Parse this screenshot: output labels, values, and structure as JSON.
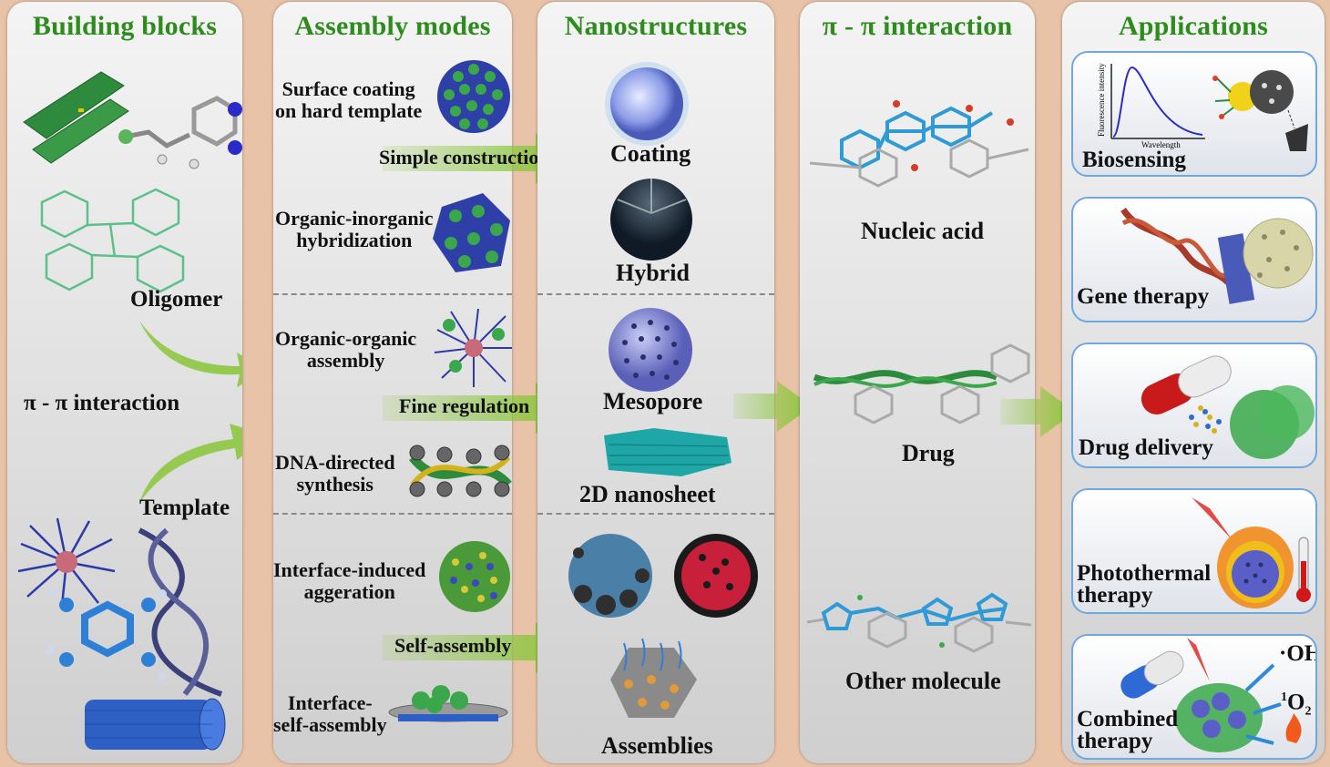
{
  "columns": {
    "building_blocks": {
      "title": "Building blocks",
      "labels": {
        "oligomer": "Oligomer",
        "pi_pi": "π - π interaction",
        "template": "Template"
      }
    },
    "assembly_modes": {
      "title": "Assembly modes",
      "items": {
        "surface_coating": "Surface coating\non hard template",
        "organic_inorganic": "Organic-inorganic\nhybridization",
        "organic_organic": "Organic-organic\nassembly",
        "dna_directed": "DNA-directed\nsynthesis",
        "interface_induced": "Interface-induced\naggeration",
        "interface_self": "Interface-\nself-assembly"
      },
      "arrows": {
        "simple_construction": "Simple construction",
        "fine_regulation": "Fine regulation",
        "self_assembly": "Self-assembly"
      }
    },
    "nanostructures": {
      "title": "Nanostructures",
      "items": {
        "coating": "Coating",
        "hybrid": "Hybrid",
        "mesopore": "Mesopore",
        "nanosheet": "2D nanosheet",
        "assemblies": "Assemblies"
      }
    },
    "pi_pi_interaction": {
      "title": "π - π interaction",
      "items": {
        "nucleic_acid": "Nucleic acid",
        "drug": "Drug",
        "other": "Other molecule"
      }
    },
    "applications": {
      "title": "Applications",
      "items": {
        "biosensing": "Biosensing",
        "gene_therapy": "Gene therapy",
        "drug_delivery": "Drug delivery",
        "photothermal": "Photothermal\ntherapy",
        "combined": "Combined\ntherapy"
      },
      "plot_labels": {
        "y_axis": "Fluorescence intensity",
        "x_axis": "Wavelength"
      },
      "species": {
        "oh": "·OH",
        "o2_main": "O",
        "o2_sup": "1",
        "o2_sub": "2"
      }
    }
  },
  "colors": {
    "title_green": "#2e8b1e",
    "arrow_green": "#8dc63f",
    "background": "#e8c3a8",
    "app_border": "#6fa8dc"
  }
}
